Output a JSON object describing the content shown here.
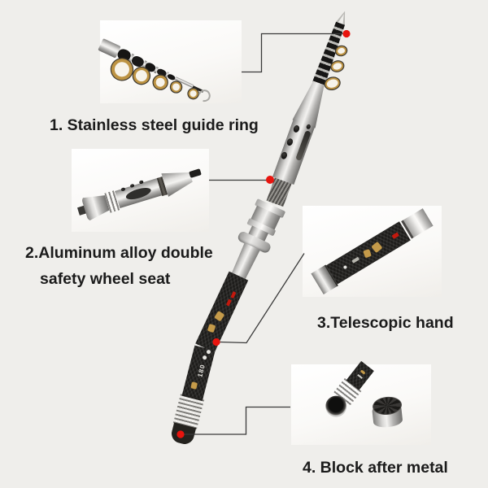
{
  "style": {
    "background": "#efeeeb",
    "marker_red": "#e8140e",
    "callout_line_color": "#3a3a3a",
    "text_color": "#1b1b1b",
    "gold_ring_color": "#bd9343",
    "inset_background": "#fdfcfa"
  },
  "callouts": {
    "c1": {
      "label": "1. Stainless steel guide ring"
    },
    "c2": {
      "line1": "2.Aluminum alloy double",
      "line2": "safety wheel seat"
    },
    "c3": {
      "label": "3.Telescopic hand"
    },
    "c4": {
      "label": "4. Block after metal"
    }
  },
  "rod": {
    "size_marking": "180"
  }
}
